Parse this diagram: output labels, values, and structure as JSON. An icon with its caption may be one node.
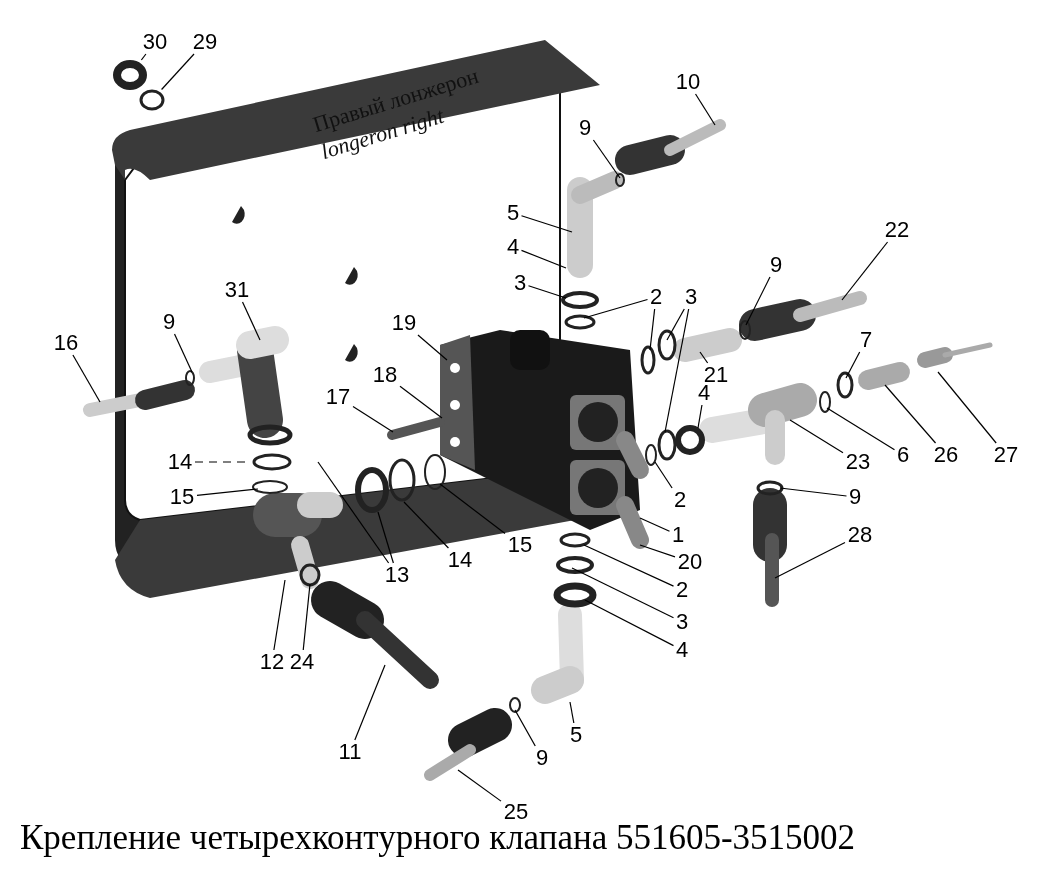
{
  "diagram": {
    "caption": "Крепление четырехконтурного клапана 551605-3515002",
    "nodes": [
      {
        "text": [
          "30"
        ]
      },
      {
        "text": [
          "29"
        ]
      },
      {
        "text": [
          "10"
        ]
      },
      {
        "text": [
          "9"
        ]
      },
      {
        "text": [
          "5"
        ]
      },
      {
        "text": [
          "4"
        ]
      },
      {
        "text": [
          "3"
        ]
      },
      {
        "text": [
          "2"
        ]
      },
      {
        "text": [
          "3"
        ]
      },
      {
        "text": [
          "22"
        ]
      },
      {
        "text": [
          "9"
        ]
      },
      {
        "text": [
          "31"
        ]
      },
      {
        "text": [
          "19"
        ]
      },
      {
        "text": [
          "9"
        ]
      },
      {
        "text": [
          "16"
        ]
      },
      {
        "text": [
          "18"
        ]
      },
      {
        "text": [
          "17"
        ]
      },
      {
        "text": [
          "21"
        ]
      },
      {
        "text": [
          "7"
        ]
      },
      {
        "text": [
          "4"
        ]
      },
      {
        "text": [
          "14"
        ]
      },
      {
        "text": [
          "15"
        ]
      },
      {
        "text": [
          "2"
        ]
      },
      {
        "text": [
          "23"
        ]
      },
      {
        "text": [
          "6"
        ]
      },
      {
        "text": [
          "26"
        ]
      },
      {
        "text": [
          "27"
        ]
      },
      {
        "text": [
          "9"
        ]
      },
      {
        "text": [
          "1"
        ]
      },
      {
        "text": [
          "28"
        ]
      },
      {
        "text": [
          "20"
        ]
      },
      {
        "text": [
          "13"
        ]
      },
      {
        "text": [
          "14"
        ]
      },
      {
        "text": [
          "15"
        ]
      },
      {
        "text": [
          "2"
        ]
      },
      {
        "text": [
          "3"
        ]
      },
      {
        "text": [
          "4"
        ]
      },
      {
        "text": [
          "12"
        ]
      },
      {
        "text": [
          "24"
        ]
      },
      {
        "text": [
          "11"
        ]
      },
      {
        "text": [
          "9"
        ]
      },
      {
        "text": [
          "5"
        ]
      },
      {
        "text": [
          "25"
        ]
      },
      {
        "text": [],
        "shape": "nut"
      },
      {
        "text": [],
        "shape": "ring"
      }
    ],
    "edges": [
      {
        "from": 0,
        "to": 43,
        "arrow": "none"
      },
      {
        "from": 1,
        "to": 44,
        "arrow": "none"
      },
      {
        "from": 2,
        "to": null,
        "arrow": "none"
      },
      {
        "from": 3,
        "to": null,
        "arrow": "none"
      },
      {
        "from": 4,
        "to": null,
        "arrow": "none"
      },
      {
        "from": 5,
        "to": null,
        "arrow": "none"
      },
      {
        "from": 6,
        "to": null,
        "arrow": "none"
      },
      {
        "from": 7,
        "to": null,
        "arrow": "none"
      },
      {
        "from": 7,
        "to": null,
        "arrow": "none"
      },
      {
        "from": 8,
        "to": null,
        "arrow": "none"
      },
      {
        "from": 8,
        "to": null,
        "arrow": "none"
      },
      {
        "from": 9,
        "to": null,
        "arrow": "none"
      },
      {
        "from": 10,
        "to": null,
        "arrow": "none"
      },
      {
        "from": 11,
        "to": null,
        "arrow": "none"
      },
      {
        "from": 12,
        "to": null,
        "arrow": "none"
      },
      {
        "from": 13,
        "to": null,
        "arrow": "none"
      },
      {
        "from": 14,
        "to": null,
        "arrow": "none"
      },
      {
        "from": 15,
        "to": null,
        "arrow": "none"
      },
      {
        "from": 16,
        "to": null,
        "arrow": "none"
      },
      {
        "from": 17,
        "to": null,
        "arrow": "none"
      },
      {
        "from": 18,
        "to": null,
        "arrow": "none"
      },
      {
        "from": 19,
        "to": null,
        "arrow": "none"
      },
      {
        "from": 20,
        "to": null,
        "arrow": "none",
        "style": "dashed"
      },
      {
        "from": 21,
        "to": null,
        "arrow": "none"
      },
      {
        "from": 22,
        "to": null,
        "arrow": "none"
      },
      {
        "from": 23,
        "to": null,
        "arrow": "none"
      },
      {
        "from": 24,
        "to": null,
        "arrow": "none"
      },
      {
        "from": 25,
        "to": null,
        "arrow": "none"
      },
      {
        "from": 26,
        "to": null,
        "arrow": "none"
      },
      {
        "from": 27,
        "to": null,
        "arrow": "none"
      },
      {
        "from": 28,
        "to": null,
        "arrow": "none"
      },
      {
        "from": 29,
        "to": null,
        "arrow": "none"
      },
      {
        "from": 30,
        "to": null,
        "arrow": "none"
      },
      {
        "from": 31,
        "to": null,
        "arrow": "none"
      },
      {
        "from": 31,
        "to": null,
        "arrow": "none"
      },
      {
        "from": 32,
        "to": null,
        "arrow": "none"
      },
      {
        "from": 33,
        "to": null,
        "arrow": "none"
      },
      {
        "from": 34,
        "to": null,
        "arrow": "none"
      },
      {
        "from": 35,
        "to": null,
        "arrow": "none"
      },
      {
        "from": 36,
        "to": null,
        "arrow": "none"
      },
      {
        "from": 37,
        "to": null,
        "arrow": "none"
      },
      {
        "from": 38,
        "to": null,
        "arrow": "none"
      },
      {
        "from": 39,
        "to": null,
        "arrow": "none"
      },
      {
        "from": 40,
        "to": null,
        "arrow": "none"
      },
      {
        "from": 41,
        "to": null,
        "arrow": "none"
      },
      {
        "from": 42,
        "to": null,
        "arrow": "none"
      }
    ],
    "labels": [
      "Правый лонжерон",
      "longeron right"
    ]
  }
}
